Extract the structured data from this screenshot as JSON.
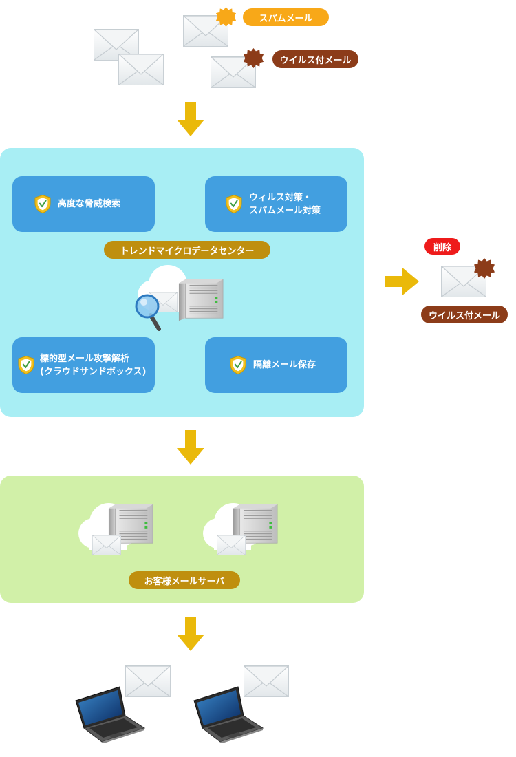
{
  "labels": {
    "spam_mail": "スパムメール",
    "virus_mail_top": "ウイルス付メール",
    "data_center": "トレンドマイクロデータセンター",
    "delete": "削除",
    "virus_mail_right": "ウイルス付メール",
    "customer_server": "お客様メールサーバ"
  },
  "features": {
    "advanced_search": [
      "高度な脅威検索"
    ],
    "virus_spam": [
      "ウィルス対策・",
      "スパムメール対策"
    ],
    "targeted_attack": [
      "標的型メール攻撃解析",
      "(クラウドサンドボックス)"
    ],
    "quarantine": [
      "隔離メール保存"
    ]
  },
  "colors": {
    "arrow": "#eab90a",
    "spam_badge": "#f8a818",
    "virus_badge": "#8c3c19",
    "label_gold": "#bf8f0f",
    "delete_red": "#ee1b1b",
    "feature_blue": "#429fe0",
    "datacenter_panel": "#a8eef4",
    "server_panel": "#d1f0a8",
    "shield": "#f0c020"
  },
  "icons": [
    "envelope-icon",
    "spam-badge-icon",
    "virus-badge-icon",
    "arrow-down-icon",
    "arrow-right-icon",
    "shield-check-icon",
    "cloud-icon",
    "server-icon",
    "magnifier-icon",
    "laptop-icon"
  ]
}
